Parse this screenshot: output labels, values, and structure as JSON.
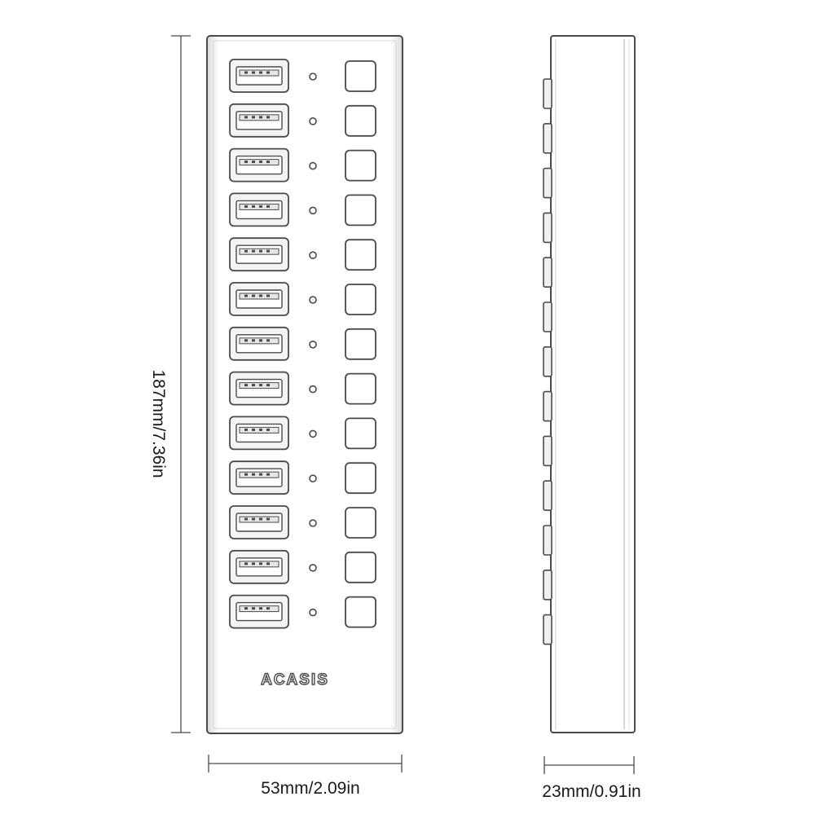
{
  "dimensions": {
    "height_label": "187mm/7.36in",
    "front_width_label": "53mm/2.09in",
    "side_width_label": "23mm/0.91in"
  },
  "brand": {
    "logo_text": "ACASIS"
  },
  "ports": {
    "count": 13
  },
  "colors": {
    "line": "#4a4a4a",
    "body_edge": "#cfcfcf",
    "port_fill": "#f4f4f4",
    "background": "#ffffff"
  }
}
